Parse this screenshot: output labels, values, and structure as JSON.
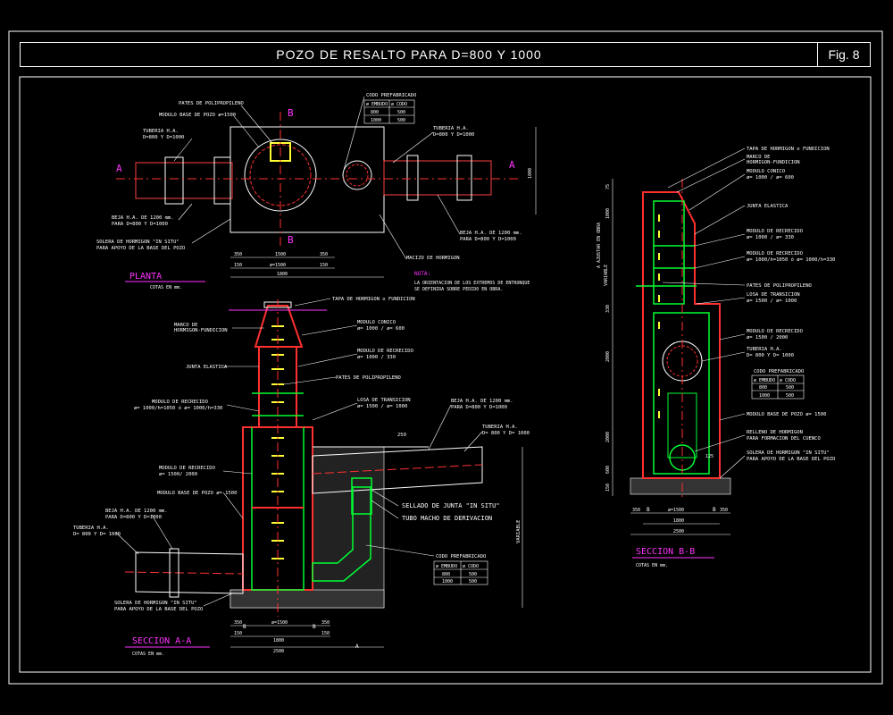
{
  "title": "POZO DE RESALTO PARA D=800 Y 1000",
  "fig": "Fig. 8",
  "colors": {
    "outline": "#ffffff",
    "concrete": "#ff2020",
    "module": "#00ff33",
    "pipe_axis": "#ff2020",
    "rungs": "#ffff33",
    "section_label": "#ff33ff",
    "dim": "#ffffff",
    "leader": "#ffffff"
  },
  "plan": {
    "label": "PLANTA",
    "cotas": "COTAS EN mm.",
    "section_a": "A",
    "section_b": "B",
    "labels": {
      "pates": "PATES DE POLIPROPILENO",
      "modulo_base": "MODULO BASE DE POZO ø=1500",
      "tuberia_left": [
        "TUBERIA H.A.",
        "D=800 Y D=1000"
      ],
      "beja_left": [
        "BEJA H.A. DE 1200 mm.",
        "PARA D=800 Y D=1000"
      ],
      "solera": [
        "SOLERA DE HORMIGON \"IN SITU\"",
        "PARA APOYO DE LA BASE DEL POZO"
      ],
      "codo": "CODO PREFABRICADO",
      "tuberia_right": [
        "TUBERIA H.A.",
        "D=800 Y D=1000"
      ],
      "beja_right": [
        "BEJA H.A. DE 1200 mm.",
        "PARA D=800 Y D=1000"
      ],
      "macizo": "MACIZO DE HORMIGON"
    },
    "dims": [
      "350",
      "1500",
      "350",
      "150",
      "ø=1500",
      "150",
      "1800",
      "1800"
    ],
    "nota_title": "NOTA:",
    "nota_lines": [
      "LA ORIENTACION DE LOS EXTREMOS DE ENTRONQUE",
      "SE DEFINIRA SOBRE PEDIDO EN OBRA."
    ],
    "codo_table": {
      "headers": [
        "ø EMBUDO",
        "ø CODO"
      ],
      "rows": [
        [
          "800",
          "500"
        ],
        [
          "1000",
          "500"
        ]
      ]
    }
  },
  "section_aa": {
    "label": "SECCION A-A",
    "cotas": "COTAS EN mm.",
    "section_a": "A",
    "section_b": "B",
    "labels": {
      "tapa": "TAPA DE HORMIGON o FUNDICION",
      "marco": [
        "MARCO DE",
        "HORMIGON-FUNDICION"
      ],
      "modulo_conico": [
        "MODULO CONICO",
        "ø= 1000 / ø= 600"
      ],
      "modulo_recrecido": [
        "MODULO DE RECRECIDO",
        "ø= 1000 / 330"
      ],
      "junta": "JUNTA ELASTICA",
      "pates": "PATES DE POLIPROPILENO",
      "modulo_recrecido2": [
        "MODULO DE RECRECIDO",
        "ø= 1000/h=1050 ó ø= 1000/h=330"
      ],
      "losa": [
        "LOSA DE TRANSICION",
        "ø= 1500 / ø= 1000"
      ],
      "beja_top": [
        "BEJA H.A. DE 1200 mm.",
        "PARA D=800 Y D=1000"
      ],
      "tuberia_top": [
        "TUBERIA H.A.",
        "D= 800 Y D= 1000"
      ],
      "modulo_recrecido3": [
        "MODULO DE RECRECIDO",
        "ø= 1500/ 2000"
      ],
      "modulo_base": "MODULO BASE DE POZO ø= 1500",
      "beja_left": [
        "BEJA H.A. DE 1200 mm.",
        "PARA D=800 Y D=1000"
      ],
      "tuberia_left": [
        "TUBERIA H.A.",
        "D= 800 Y D= 1000"
      ],
      "sellado": "SELLADO DE JUNTA \"IN SITU\"",
      "tubo_macho": "TUBO MACHO DE DERIVACION",
      "codo": "CODO PREFABRICADO",
      "solera": [
        "SOLERA DE HORMIGON \"IN SITU\"",
        "PARA APOYO DE LA BASE DEL POZO"
      ],
      "variable": "VARIABLE",
      "dim_250": "250"
    },
    "codo_table": {
      "headers": [
        "ø EMBUDO",
        "ø CODO"
      ],
      "rows": [
        [
          "800",
          "500"
        ],
        [
          "1000",
          "500"
        ]
      ]
    },
    "dims": [
      "350",
      "ø=1500",
      "350",
      "150",
      "150",
      "1800",
      "2500"
    ]
  },
  "section_bb": {
    "label": "SECCION B-B",
    "cotas": "COTAS EN mm.",
    "labels": {
      "tapa": "TAPA DE HORMIGON o FUNDICION",
      "marco": [
        "MARCO DE",
        "HORMIGON-FUNDICION"
      ],
      "modulo_conico": [
        "MODULO CONICO",
        "ø= 1000 / ø= 600"
      ],
      "junta": "JUNTA ELASTICA",
      "modulo_recrecido": [
        "MODULO DE RECRECIDO",
        "ø= 1000 / ø= 330"
      ],
      "modulo_recrecido2": [
        "MODULO DE RECRECIDO",
        "ø= 1000/h=1050 ó ø= 1000/h=330"
      ],
      "pates": "PATES DE POLIPROPILENO",
      "losa": [
        "LOSA DE TRANSICION",
        "ø= 1500 / ø= 1000"
      ],
      "modulo_recrecido3": [
        "MODULO DE RECRECIDO",
        "ø= 1500 / 2000"
      ],
      "tuberia": [
        "TUBERIA H.A.",
        "D= 800 Y D= 1000"
      ],
      "codo": "CODO PREFABRICADO",
      "modulo_base": "MODULO BASE DE POZO ø= 1500",
      "relleno": [
        "RELLENO DE HORMIGON",
        "PARA FORMACION DEL CUENCO"
      ],
      "solera": [
        "SOLERA DE HORMIGON \"IN SITU\"",
        "PARA APOYO DE LA BASE DEL POZO"
      ],
      "variable": "VARIABLE",
      "ajuste": "A AJUSTAR EN OBRA",
      "vert_dims": [
        "75",
        "1000",
        "330",
        "2000",
        "2000",
        "600",
        "150"
      ],
      "dim_125": "125"
    },
    "codo_table": {
      "headers": [
        "ø EMBUDO",
        "ø CODO"
      ],
      "rows": [
        [
          "800",
          "500"
        ],
        [
          "1000",
          "500"
        ]
      ]
    },
    "dims": [
      "350",
      "ø=1500",
      "350",
      "1800",
      "2500"
    ],
    "section_b": "B"
  }
}
